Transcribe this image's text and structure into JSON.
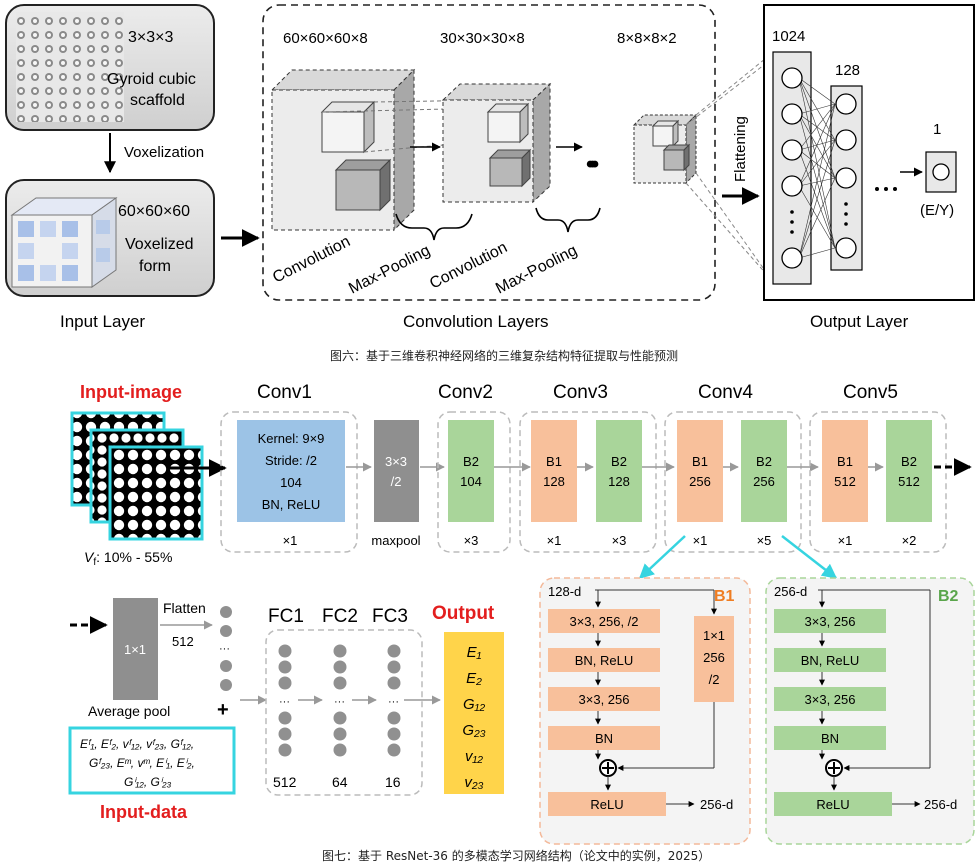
{
  "fig6": {
    "input": {
      "cube_dims": "3×3×3",
      "scaffold_line1": "Gyroid cubic",
      "scaffold_line2": "scaffold",
      "voxelization": "Voxelization",
      "voxel_dims": "60×60×60",
      "voxel_line1": "Voxelized",
      "voxel_line2": "form",
      "layer_label": "Input Layer"
    },
    "conv": {
      "dims1": "60×60×60×8",
      "dims2": "30×30×30×8",
      "dims3": "8×8×8×2",
      "conv1": "Convolution",
      "pool1": "Max-Pooling",
      "conv2": "Convolution",
      "pool2": "Max-Pooling",
      "dots": "•••",
      "layer_label": "Convolution Layers"
    },
    "output": {
      "flattening": "Flattening",
      "n1": "1024",
      "n2": "128",
      "n3": "1",
      "target": "(E/Y)",
      "layer_label": "Output Layer"
    },
    "caption": "图六：基于三维卷积神经网络的三维复杂结构特征提取与性能预测"
  },
  "fig7": {
    "input_image_title": "Input-image",
    "vf_symbol": "V",
    "vf_sub": "f",
    "vf_range": ": 10% - 55%",
    "stages": {
      "conv1": {
        "title": "Conv1",
        "lines": [
          "Kernel: 9×9",
          "Stride: /2",
          "104",
          "BN, ReLU"
        ],
        "mult": "×1"
      },
      "maxpool": {
        "lines": [
          "3×3",
          "/2"
        ],
        "label": "maxpool"
      },
      "conv2": {
        "title": "Conv2",
        "block": [
          "B2",
          "104"
        ],
        "mult": "×3"
      },
      "conv3": {
        "title": "Conv3",
        "b1": [
          "B1",
          "128"
        ],
        "b2": [
          "B2",
          "128"
        ],
        "m1": "×1",
        "m2": "×3"
      },
      "conv4": {
        "title": "Conv4",
        "b1": [
          "B1",
          "256"
        ],
        "b2": [
          "B2",
          "256"
        ],
        "m1": "×1",
        "m2": "×5"
      },
      "conv5": {
        "title": "Conv5",
        "b1": [
          "B1",
          "512"
        ],
        "b2": [
          "B2",
          "512"
        ],
        "m1": "×1",
        "m2": "×2"
      }
    },
    "pool": {
      "box": "1×1",
      "label": "Average pool",
      "flatten": "Flatten",
      "count": "512"
    },
    "fc": {
      "fc1": "FC1",
      "fc2": "FC2",
      "fc3": "FC3",
      "n1": "512",
      "n2": "64",
      "n3": "16",
      "ellipsis": "···"
    },
    "plus": "+",
    "input_data_lines": [
      "Eᶠ₁, Eᶠ₂, vᶠ₁₂, vᶠ₂₃,  Gᶠ₁₂,",
      "Gᶠ₂₃, Eᵐ, vᵐ, Eⁱ₁, Eⁱ₂,",
      "Gⁱ₁₂, Gⁱ₂₃"
    ],
    "input_data_title": "Input-data",
    "output_title": "Output",
    "outputs": [
      "E₁",
      "E₂",
      "G₁₂",
      "G₂₃",
      "v₁₂",
      "v₂₃"
    ],
    "b1": {
      "title": "B1",
      "in": "128-d",
      "out": "256-d",
      "l1": "3×3, 256, /2",
      "l2": "BN, ReLU",
      "l3": "3×3, 256",
      "l4": "BN",
      "skip": [
        "1×1",
        "256",
        "/2"
      ],
      "relu": "ReLU"
    },
    "b2": {
      "title": "B2",
      "in": "256-d",
      "out": "256-d",
      "l1": "3×3, 256",
      "l2": "BN, ReLU",
      "l3": "3×3, 256",
      "l4": "BN",
      "relu": "ReLU"
    },
    "caption": "图七：基于 ResNet-36 的多模态学习网络结构（论文中的实例，2025）"
  },
  "colors": {
    "blue": "#9cc3e6",
    "orange": "#f8c09b",
    "green": "#a9d59a",
    "gray_block": "#8f8f8f",
    "yellow": "#ffd44a",
    "red": "#e31e1e",
    "cyan": "#36d4e0",
    "b1_title": "#ef7d22",
    "b2_title": "#5aa54b"
  }
}
